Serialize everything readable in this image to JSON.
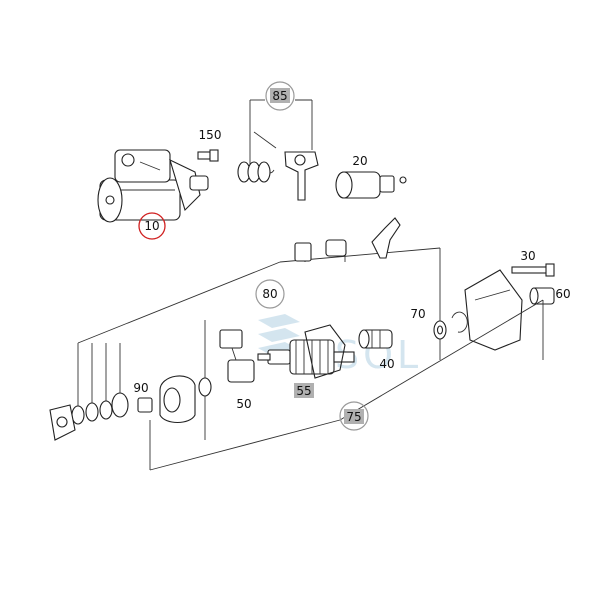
{
  "labels": {
    "l10": "10",
    "l150": "150",
    "l85": "85",
    "l20": "20",
    "l80": "80",
    "l30": "30",
    "l60": "60",
    "l70": "70",
    "l40": "40",
    "l90": "90",
    "l50": "50",
    "l55": "55",
    "l75": "75"
  },
  "watermark": {
    "text": "SOL"
  },
  "colors": {
    "highlight_callout": "#d02020",
    "shaded_label": "#b0b0b0",
    "watermark": "#9fc6dc"
  }
}
